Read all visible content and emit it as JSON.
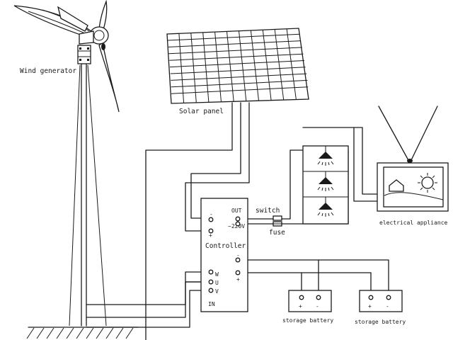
{
  "labels": {
    "wind_generator": "Wind generator",
    "solar_panel": "Solar panel",
    "controller": "Controller",
    "out": "OUT",
    "ac_220v": "~220V",
    "switch": "switch",
    "fuse": "fuse",
    "in": "IN",
    "phase_u": "U",
    "phase_v": "V",
    "phase_w": "W",
    "electrical_appliance": "electrical appliance",
    "storage_battery_1": "storage battery",
    "storage_battery_2": "storage battery",
    "minus": "-",
    "plus": "+"
  },
  "colors": {
    "ink": "#1a1a1a",
    "background": "#ffffff"
  }
}
